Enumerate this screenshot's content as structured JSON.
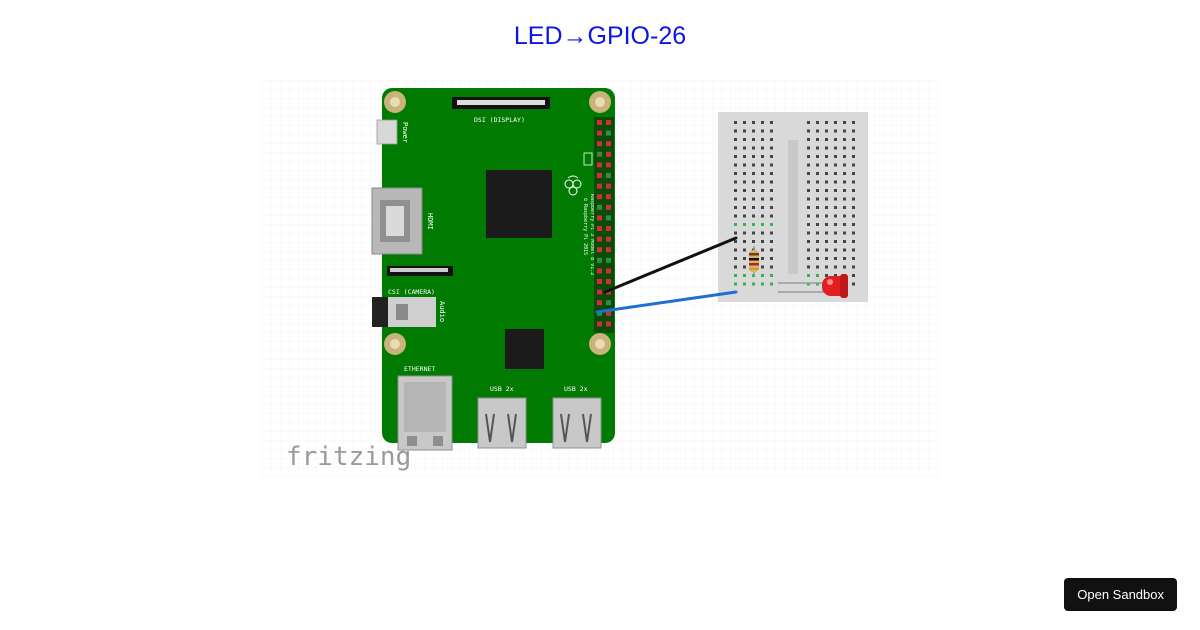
{
  "page": {
    "title": "LED→GPIO-26"
  },
  "board": {
    "dsi_label": "DSI (DISPLAY)",
    "power_label": "Power",
    "hdmi_label": "HDMI",
    "csi_label": "CSI (CAMERA)",
    "audio_label": "Audio",
    "ethernet_label": "ETHERNET",
    "usb_label_1": "USB 2x",
    "usb_label_2": "USB 2x",
    "model_line_1": "Raspberry Pi 3 Model B v1.2",
    "model_line_2": "© Raspberry Pi 2015"
  },
  "watermark": "fritzing",
  "colors": {
    "board": "#007a00",
    "wire_ground": "#111111",
    "wire_gpio": "#1f6fd0",
    "led": "#e02020",
    "breadboard": "#d9d9d9"
  },
  "actions": {
    "open_sandbox": "Open Sandbox"
  }
}
